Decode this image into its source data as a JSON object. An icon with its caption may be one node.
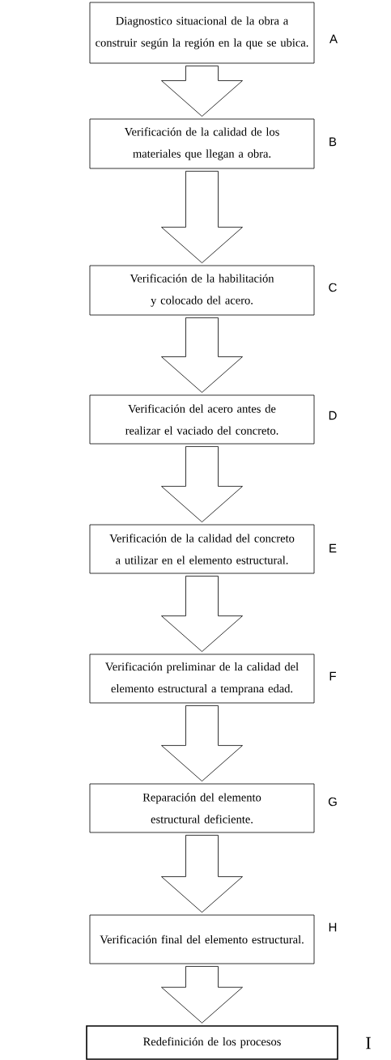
{
  "diagram": {
    "nodes": [
      {
        "text": [
          "Diagnostico situacional de la obra a construir según la región en la que se ubica."
        ],
        "beside": [
          "A"
        ]
      },
      {
        "text": [
          "Verificación de la calidad de los materiales que llegan a obra."
        ],
        "beside": [
          "B"
        ]
      },
      {
        "text": [
          "Verificación de la habilitación y colocado del acero."
        ],
        "beside": [
          "C"
        ]
      },
      {
        "text": [
          "Verificación del acero antes de realizar el vaciado del concreto."
        ],
        "beside": [
          "D"
        ]
      },
      {
        "text": [
          "Verificación de la calidad del concreto a utilizar en el elemento estructural."
        ],
        "beside": [
          "E"
        ]
      },
      {
        "text": [
          "Verificación preliminar de la calidad del elemento estructural a temprana edad."
        ],
        "beside": [
          "F"
        ]
      },
      {
        "text": [
          "Reparación del elemento estructural deficiente."
        ],
        "beside": [
          "G"
        ]
      },
      {
        "text": [
          "Verificación final del elemento estructural."
        ],
        "beside": [
          "H"
        ]
      },
      {
        "text": [
          "Redefinición de los procesos"
        ],
        "beside": [
          "I"
        ]
      }
    ],
    "edges": [
      {
        "from": 0,
        "to": 1,
        "arrow": "to"
      },
      {
        "from": 1,
        "to": 2,
        "arrow": "to"
      },
      {
        "from": 2,
        "to": 3,
        "arrow": "to"
      },
      {
        "from": 3,
        "to": 4,
        "arrow": "to"
      },
      {
        "from": 4,
        "to": 5,
        "arrow": "to"
      },
      {
        "from": 5,
        "to": 6,
        "arrow": "to"
      },
      {
        "from": 6,
        "to": 7,
        "arrow": "to"
      },
      {
        "from": 7,
        "to": 8,
        "arrow": "to"
      }
    ]
  }
}
